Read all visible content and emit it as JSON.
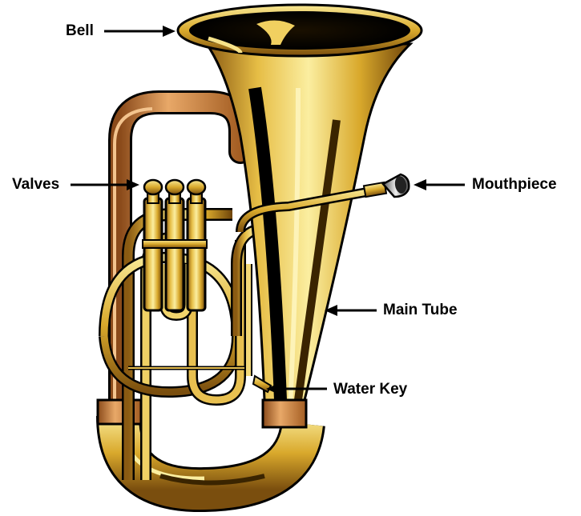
{
  "labels": {
    "bell": "Bell",
    "valves": "Valves",
    "mouthpiece": "Mouthpiece",
    "main_tube": "Main Tube",
    "water_key": "Water Key"
  },
  "colors": {
    "brass_light": "#f6e27a",
    "brass_mid": "#d9a92c",
    "brass_dark": "#8a5a12",
    "copper": "#c9853a",
    "outline": "#000000",
    "arrow": "#000000",
    "background": "#ffffff"
  }
}
